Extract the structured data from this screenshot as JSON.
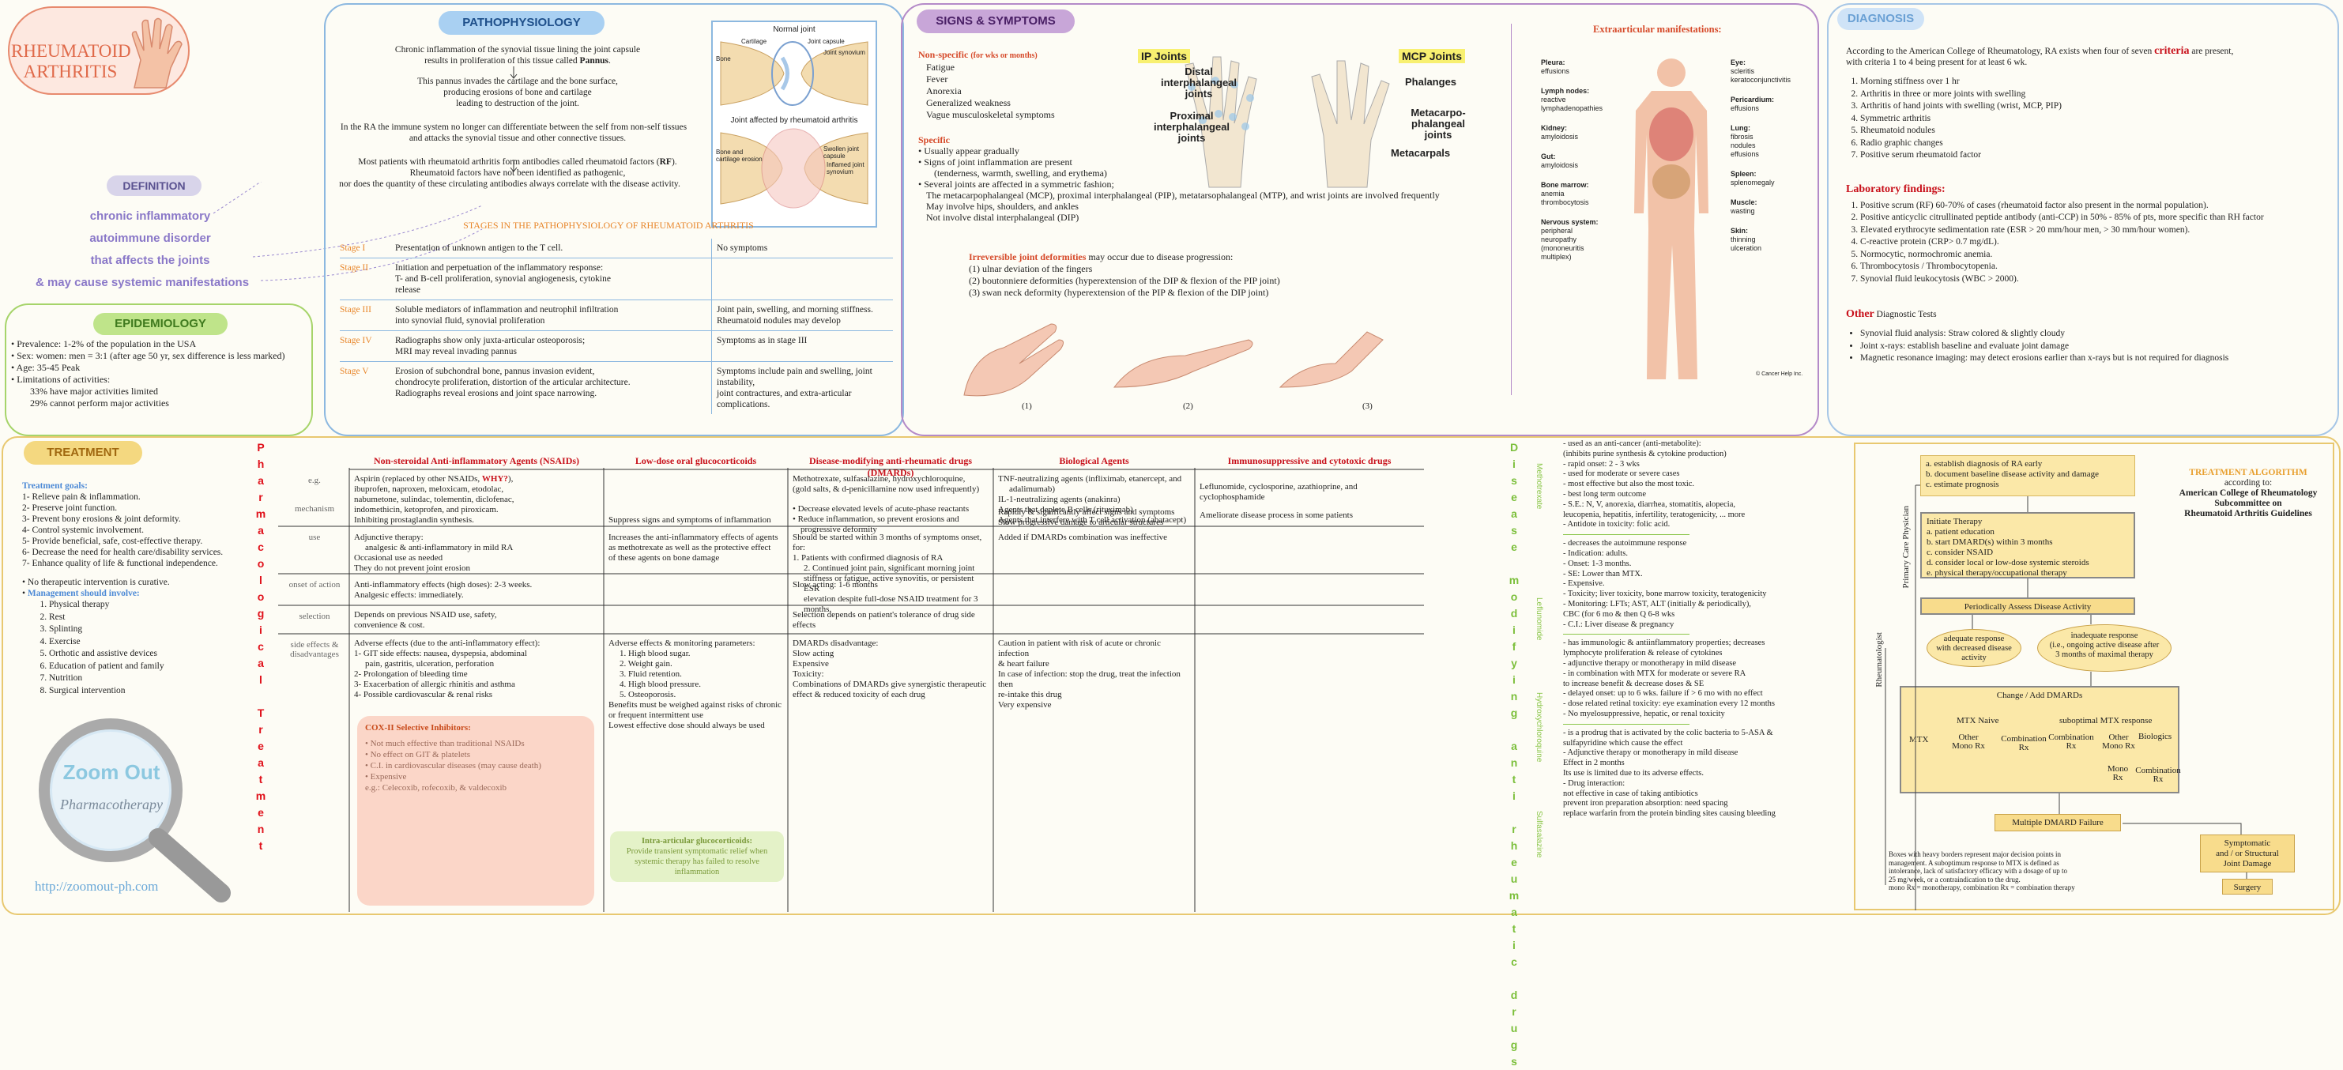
{
  "title": {
    "line1": "RHEUMATOID",
    "line2": "ARTHRITIS"
  },
  "definition": {
    "heading": "DEFINITION",
    "lines": [
      "chronic inflammatory",
      "autoimmune disorder",
      "that affects the joints",
      "& may cause systemic manifestations"
    ]
  },
  "epidemiology": {
    "heading": "EPIDEMIOLOGY",
    "items": [
      "Prevalence: 1-2% of the population in the USA",
      "Sex: women: men = 3:1 (after age 50 yr, sex difference is less marked)",
      "Age: 35-45 Peak",
      "Limitations of activities:"
    ],
    "sub": [
      "33% have major activities limited",
      "29% cannot perform major activities"
    ]
  },
  "patho": {
    "heading": "PATHOPHYSIOLOGY",
    "p1a": "Chronic inflammation of the synovial tissue lining the joint capsule",
    "p1b": "results in proliferation of this tissue called ",
    "p1bold": "Pannus",
    "p2a": "This pannus invades the cartilage and the bone surface,",
    "p2b": "producing erosions of bone and cartilage",
    "p2c": "leading to destruction of the joint.",
    "p3a": "In the RA the immune system no longer can differentiate between the self from non-self tissues",
    "p3b": "and attacks the synovial tissue and other connective tissues.",
    "p4a": "Most patients with rheumatoid arthritis form antibodies called rheumatoid factors (",
    "p4bold": "RF",
    "p4a2": ").",
    "p4b": "Rheumatoid factors have not been identified as pathogenic,",
    "p4c": "nor does the quantity of these circulating antibodies always correlate with the disease activity.",
    "img_normal": "Normal joint",
    "img_cartilage": "Cartilage",
    "img_capsule": "Joint capsule",
    "img_bone": "Bone",
    "img_synovium": "Joint synovium",
    "img_affected": "Joint affected by rheumatoid arthritis",
    "img_bonecart": "Bone and cartilage erosion",
    "img_swollen": "Swollen joint capsule",
    "img_inflamed": "Inflamed joint synovium",
    "stages_title": "STAGES IN THE PATHOPHYSIOLOGY OF RHEUMATOID ARTHRITIS",
    "stages": [
      {
        "s": "Stage I",
        "d": [
          "Presentation of unknown antigen to the T cell."
        ],
        "sym": [
          "No symptoms"
        ]
      },
      {
        "s": "Stage II",
        "d": [
          "Initiation and perpetuation of the inflammatory response:",
          "T- and B-cell proliferation, synovial angiogenesis, cytokine",
          "release"
        ],
        "sym": [
          ""
        ]
      },
      {
        "s": "Stage III",
        "d": [
          "Soluble mediators of inflammation and neutrophil infiltration",
          "into synovial fluid, synovial proliferation"
        ],
        "sym": [
          "Joint pain, swelling, and morning stiffness.",
          "Rheumatoid nodules may develop"
        ]
      },
      {
        "s": "Stage IV",
        "d": [
          "Radiographs show only juxta-articular osteoporosis;",
          "MRI may reveal invading pannus"
        ],
        "sym": [
          "Symptoms as in stage III"
        ]
      },
      {
        "s": "Stage V",
        "d": [
          "Erosion of subchondral bone, pannus invasion evident,",
          "chondrocyte proliferation, distortion of the articular architecture.",
          "Radiographs reveal erosions and joint space narrowing."
        ],
        "sym": [
          "Symptoms include pain and swelling, joint instability,",
          "joint contractures, and extra-articular complications."
        ]
      }
    ]
  },
  "signs": {
    "heading": "SIGNS & SYMPTOMS",
    "nonspec_title": "Non-specific",
    "nonspec_note": "(for wks or months)",
    "nonspec": [
      "Fatigue",
      "Fever",
      "Anorexia",
      "Generalized weakness",
      "Vague musculoskeletal symptoms"
    ],
    "spec_title": "Specific",
    "spec": [
      "Usually appear gradually",
      "Signs of joint inflammation are present",
      "(tenderness, warmth, swelling, and erythema)",
      "Several joints are affected in a symmetric fashion;",
      "The metacarpophalangeal (MCP), proximal interphalangeal (PIP), metatarsophalangeal (MTP), and wrist joints are involved frequently",
      "May involve hips, shoulders, and ankles",
      "Not involve distal interphalangeal (DIP)"
    ],
    "hand_labels": {
      "ip": "IP Joints",
      "mcp": "MCP Joints",
      "dip": "Distal interphalangeal joints",
      "pip": "Proximal interphalangeal joints",
      "phal": "Phalanges",
      "mcpj": "Metacarpo-phalangeal joints",
      "meta": "Metacarpals"
    },
    "irrev_title": "Irreversible joint deformities",
    "irrev_rest": " may occur due to disease progression:",
    "irrev": [
      "(1)  ulnar deviation of the fingers",
      "(2)  boutonniere deformities (hyperextension of the DIP & flexion of the PIP joint)",
      "(3)  swan neck deformity (hyperextension of the PIP & flexion of the DIP joint)"
    ],
    "fig_nums": [
      "(1)",
      "(2)",
      "(3)"
    ],
    "extra_title": "Extraarticular manifestations:",
    "extra_left": [
      [
        "Pleura:",
        "effusions"
      ],
      [
        "Lymph nodes:",
        "reactive",
        "lymphadenopathies"
      ],
      [
        "Kidney:",
        "amyloidosis"
      ],
      [
        "Gut:",
        "amyloidosis"
      ],
      [
        "Bone marrow:",
        "anemia",
        "thrombocytosis"
      ],
      [
        "Nervous system:",
        "peripheral",
        "neuropathy",
        "(mononeuritis",
        "multiplex)"
      ]
    ],
    "extra_right": [
      [
        "Eye:",
        "scleritis",
        "keratoconjunctivitis"
      ],
      [
        "Pericardium:",
        "effusions"
      ],
      [
        "Lung:",
        "fibrosis",
        "nodules",
        "effusions"
      ],
      [
        "Spleen:",
        "splenomegaly"
      ],
      [
        "Muscle:",
        "wasting"
      ],
      [
        "Skin:",
        "thinning",
        "ulceration"
      ]
    ],
    "credit": "© Cancer Help Inc."
  },
  "diagnosis": {
    "heading": "DIAGNOSIS",
    "intro1": "According to the American College of Rheumatology, RA exists when four of seven ",
    "intro_crit": "criteria",
    "intro2": " are present,",
    "intro3": "with criteria 1 to 4 being present for at least 6 wk.",
    "criteria": [
      "Morning stiffness over 1 hr",
      "Arthritis in three or more joints with swelling",
      "Arthritis of hand joints with swelling (wrist, MCP, PIP)",
      "Symmetric arthritis",
      "Rheumatoid nodules",
      "Radio graphic changes",
      "Positive serum rheumatoid factor"
    ],
    "lab_title": "Laboratory findings:",
    "lab": [
      "Positive scrum (RF) 60-70% of cases (rheumatoid factor also present in the normal population).",
      "Positive anticyclic citrullinated peptide antibody (anti-CCP) in 50% - 85% of pts, more specific than RH factor",
      "Elevated erythrocyte sedimentation rate (ESR > 20 mm/hour men, > 30 mm/hour women).",
      "C-reactive protein (CRP> 0.7 mg/dL).",
      "Normocytic, normochromic anemia.",
      "Thrombocytosis / Thrombocytopenia.",
      "Synovial fluid leukocytosis (WBC > 2000)."
    ],
    "other_title": "Other",
    "other_rest": " Diagnostic Tests",
    "other": [
      "Synovial fluid analysis: Straw colored & slightly cloudy",
      "Joint x-rays: establish baseline and evaluate joint damage",
      "Magnetic resonance imaging: may detect erosions earlier than x-rays but is not required for diagnosis"
    ]
  },
  "treatment": {
    "heading": "TREATMENT",
    "goals_title": "Treatment goals:",
    "goals": [
      "1- Relieve pain & inflammation.",
      "2- Preserve joint function.",
      "3- Prevent bony erosions & joint deformity.",
      "4- Control systemic involvement.",
      "5- Provide beneficial, safe, cost-effective therapy.",
      "6- Decrease the need for health care/disability services.",
      "7- Enhance quality of life & functional independence."
    ],
    "nocure": "No therapeutic intervention is curative.",
    "mgmt_title": "Management should involve:",
    "mgmt": [
      "Physical therapy",
      "Rest",
      "Splinting",
      "Exercise",
      "Orthotic and assistive devices",
      "Education of patient and family",
      "Nutrition",
      "Surgical intervention"
    ],
    "logo_top": "Zoom Out",
    "logo_bottom": "Pharmacotherapy",
    "url": "http://zoomout-ph.com",
    "vertical_left": "Pharmacological Treatment",
    "vertical_right": "Disease modifying anti rheumatic drugs",
    "cols": [
      "Non-steroidal Anti-inflammatory Agents (NSAIDs)",
      "Low-dose oral glucocorticoids",
      "Disease-modifying anti-rheumatic drugs (DMARDs)",
      "Biological Agents",
      "Immunosuppressive and cytotoxic drugs"
    ],
    "rows": [
      "e.g.",
      "mechanism",
      "use",
      "onset of action",
      "selection",
      "side effects & disadvantages"
    ],
    "nsaid_eg": [
      "Aspirin (replaced by other NSAIDs, ",
      "WHY?",
      "),",
      "ibuprofen, naproxen, meloxicam, etodolac,",
      "nabumetone, sulindac, tolementin, diclofenac,",
      "indomethicin, ketoprofen, and piroxicam."
    ],
    "nsaid_mech": "Inhibiting prostaglandin synthesis.",
    "nsaid_use": [
      "Adjunctive therapy:",
      "analgesic & anti-inflammatory in mild RA",
      "Occasional use as needed",
      "They do not prevent joint erosion"
    ],
    "nsaid_onset": [
      "Anti-inflammatory effects (high doses): 2-3 weeks.",
      "Analgesic effects: immediately."
    ],
    "nsaid_sel": [
      "Depends on previous NSAID use, safety,",
      "convenience & cost."
    ],
    "nsaid_se": [
      "Adverse effects (due to the anti-inflammatory effect):",
      "1- GIT side effects: nausea, dyspepsia, abdominal",
      "pain, gastritis, ulceration, perforation",
      "2- Prolongation of bleeding time",
      "3- Exacerbation of allergic rhinitis and asthma",
      "4- Possible cardiovascular & renal risks"
    ],
    "cox_title": "COX-II Selective Inhibitors:",
    "cox": [
      "Not much effective than traditional NSAIDs",
      "No effect on GIT & platelets",
      "C.I. in cardiovascular diseases (may cause death)",
      "Expensive",
      "e.g.: Celecoxib, rofecoxib, & valdecoxib"
    ],
    "gc_mech": "Suppress signs and symptoms of inflammation",
    "gc_use": [
      "Increases the anti-inflammatory effects of agents",
      "as methotrexate as well as the protective effect",
      "of these agents on bone damage"
    ],
    "gc_se": [
      "Adverse effects & monitoring parameters:",
      "1. High blood sugar.",
      "2. Weight gain.",
      "3. Fluid retention.",
      "4. High blood pressure.",
      "5. Osteoporosis.",
      "Benefits must be weighed against risks of chronic",
      "or frequent intermittent use",
      "Lowest effective dose should always be used"
    ],
    "intra_title": "Intra-articular glucocorticoids:",
    "intra": [
      "Provide transient symptomatic relief when",
      "systemic therapy has failed to resolve inflammation"
    ],
    "dm_eg": [
      "Methotrexate, sulfasalazine, hydroxychloroquine,",
      "(gold salts, & d-penicillamine now used infrequently)"
    ],
    "dm_mech": [
      "Decrease elevated levels of acute-phase reactants",
      "Reduce inflammation, so prevent erosions and",
      "progressive deformity"
    ],
    "dm_use": [
      "Should be started within 3 months of symptoms onset, for:",
      "1. Patients with confirmed diagnosis of RA",
      "2. Continued joint pain, significant morning joint",
      "stiffness or fatigue, active synovitis, or persistent ESR",
      "elevation despite full-dose NSAID treatment for 3 months."
    ],
    "dm_onset": "Slow acting: 1-6 months",
    "dm_sel": "Selection depends on patient's tolerance of drug side effects",
    "dm_se": [
      "DMARDs disadvantage:",
      "Slow acting",
      "Expensive",
      "Toxicity:",
      "",
      "Combinations of DMARDs give synergistic therapeutic",
      "effect & reduced toxicity of each drug"
    ],
    "bio_eg": [
      "TNF-neutralizing agents (infliximab, etanercept, and",
      "adalimumab)",
      "IL-1-neutralizing agents (anakinra)",
      "Agents that deplete B cells (rituximab)",
      "Agents that interfere with T cell activation (abatacept)"
    ],
    "bio_mech": [
      "Rapidly & significantly affect signs and symptoms",
      "Slow progressive damage to articular structures"
    ],
    "bio_use": "Added if DMARDs combination was ineffective",
    "bio_se": [
      "Caution in patient with risk of acute or chronic infection",
      "& heart failure",
      "In case of infection: stop the drug, treat the infection then",
      "re-intake this drug",
      "Very expensive"
    ],
    "imm_eg": [
      "Leflunomide, cyclosporine, azathioprine, and",
      "cyclophosphamide"
    ],
    "imm_mech": "Ameliorate disease process in some patients",
    "dmard_names": [
      "Methotrexate",
      "Leflunomide",
      "Hydroxychloroquine",
      "Sulfasalazine"
    ],
    "mtx": [
      "- used as an anti-cancer (anti-metabolite):",
      "(inhibits purine synthesis & cytokine production)",
      "- rapid onset: 2 - 3 wks",
      "- used for moderate or severe cases",
      "- most effective but also the most toxic.",
      "- best long term outcome",
      "- S.E.: N, V, anorexia, diarrhea, stomatitis, alopecia,",
      "leucopenia, hepatitis, infertility, teratogenicity, ... more",
      "- Antidote in toxicity: folic acid."
    ],
    "lef": [
      "- decreases the autoimmune response",
      "- Indication: adults.",
      "- Onset: 1-3 months.",
      "- SE: Lower than MTX.",
      "- Expensive.",
      "- Toxicity; liver toxicity, bone marrow toxicity, teratogenicity",
      "- Monitoring: LFTs; AST, ALT (initially & periodically),",
      "CBC (for 6 mo & then Q 6-8 wks",
      "- C.I.: Liver disease & pregnancy"
    ],
    "hcq": [
      "- has immunologic & antiinflammatory properties; decreases",
      "lymphocyte proliferation & release of cytokines",
      "- adjunctive therapy or monotherapy in mild disease",
      "- in combination with MTX for moderate or severe RA",
      "to increase benefit & decrease doses & SE",
      "- delayed onset: up to 6 wks. failure if > 6 mo with no effect",
      "- dose related retinal toxicity: eye examination every 12 months",
      "- No myelosuppressive, hepatic, or renal toxicity"
    ],
    "ssz": [
      "- is a prodrug that is activated by the colic bacteria to 5-ASA &",
      "sulfapyridine which cause the effect",
      "- Adjunctive therapy or monotherapy in mild disease",
      "Effect in 2 months",
      "Its use is limited due to its adverse effects.",
      "- Drug interaction:",
      "not effective in case of taking antibiotics",
      "prevent iron preparation absorption: need spacing",
      "replace warfarin from the protein binding sites causing bleeding"
    ]
  },
  "algo": {
    "title": "TREATMENT ALGORITHM",
    "according": "according to:",
    "org1": "American College of Rheumatology",
    "org2": "Subcommittee on",
    "org3": "Rheumatoid Arthritis Guidelines",
    "box1": [
      "a. establish diagnosis of RA early",
      "b. document baseline disease activity and damage",
      "c. estimate prognosis"
    ],
    "box2": [
      "Initiate Therapy",
      "a. patient education",
      "b. start DMARD(s) within 3 months",
      "c. consider NSAID",
      "d. consider local or low-dose systemic steroids",
      "e. physical therapy/occupational therapy"
    ],
    "pcp": "Primary Care Physician",
    "rheum": "Rheumatologist",
    "assess": "Periodically Assess Disease Activity",
    "adequate": [
      "adequate response",
      "with decreased disease",
      "activity"
    ],
    "inadequate": [
      "inadequate response",
      "(i.e., ongoing active disease after",
      "3 months of maximal therapy"
    ],
    "change": "Change / Add DMARDs",
    "naive": "MTX Naive",
    "subopt": "suboptimal MTX response",
    "mtx": "MTX",
    "other_mono": [
      "Other",
      "Mono Rx"
    ],
    "combo": [
      "Combination",
      "Rx"
    ],
    "bio": "Biologics",
    "mono": [
      "Mono",
      "Rx"
    ],
    "failure": "Multiple DMARD Failure",
    "symp": [
      "Symptomatic",
      "and / or Structural",
      "Joint Damage"
    ],
    "surgery": "Surgery",
    "note": [
      "Boxes with heavy borders represent major decision points in",
      "management.  A suboptimum response to MTX is defined as",
      "intolerance, lack of satisfactory efficacy with a dosage of up to",
      "25 mg/week, or a contraindication to the drug.",
      "mono Rx = monotherapy, combination Rx = combination therapy"
    ]
  }
}
